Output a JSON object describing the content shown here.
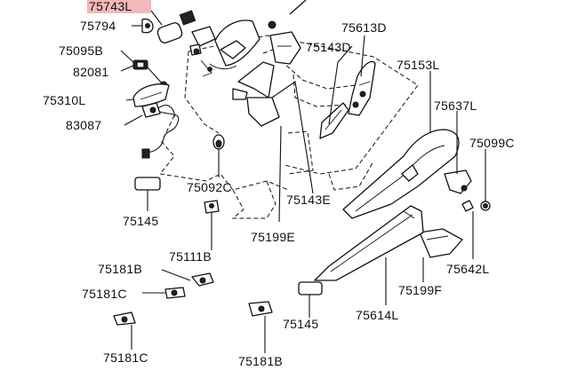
{
  "highlight_color": "#f4b8b8",
  "labels": {
    "p75743L": "75743L",
    "p75794": "75794",
    "p75095B": "75095B",
    "p82081": "82081",
    "p75310L": "75310L",
    "p83087": "83087",
    "p75613D": "75613D",
    "p75143D": "75143D",
    "p75153L": "75153L",
    "p75637L": "75637L",
    "p75099C": "75099C",
    "p75092C": "75092C",
    "p75143E": "75143E",
    "p75145a": "75145",
    "p75111B": "75111B",
    "p75199E": "75199E",
    "p75642L": "75642L",
    "p75199F": "75199F",
    "p75181Ba": "75181B",
    "p75181Ca": "75181C",
    "p75181Cb": "75181C",
    "p75145b": "75145",
    "p75614L": "75614L",
    "p75181Bb": "75181B"
  }
}
